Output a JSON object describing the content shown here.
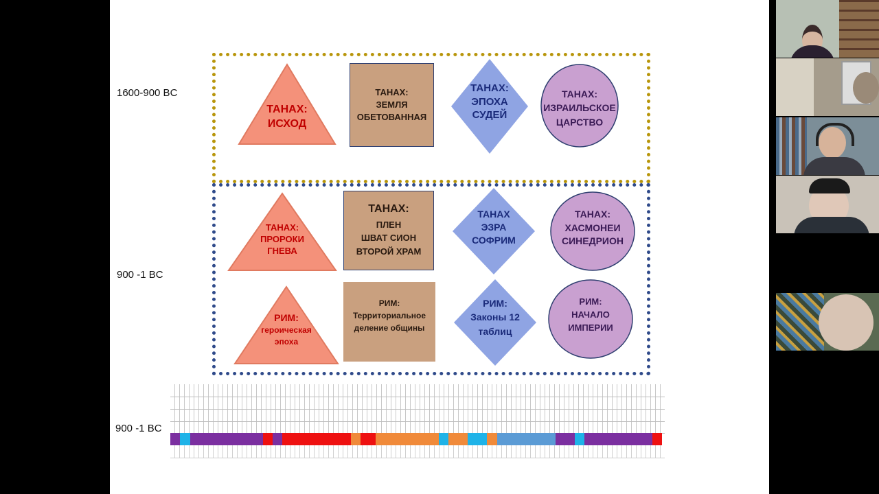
{
  "eras": {
    "top": "1600-900 BC",
    "middle": "900 -1 BC",
    "bottom": "900 -1 BC"
  },
  "top_row": {
    "triangle": "ТАНАХ:\nИСХОД",
    "rectangle": "ТАНАХ:\nЗЕМЛЯ\nОБЕТОВАННАЯ",
    "diamond": "ТАНАХ:\nЭПОХА\nСУДЕЙ",
    "circle": "ТАНАХ:\nИЗРАИЛЬСКОЕ\nЦАРСТВО"
  },
  "middle_row": {
    "triangle": "ТАНАХ:\nПРОРОКИ\nГНЕВА",
    "rectangle_title": "ТАНАХ:",
    "rectangle_body": "ПЛЕН\nШВАТ СИОН\nВТОРОЙ ХРАМ",
    "diamond": "ТАНАХ\nЭЗРА\nСОФРИМ",
    "circle": "ТАНАХ:\nХАСМОНЕИ\nСИНЕДРИОН"
  },
  "bottom_row": {
    "triangle_title": "РИМ:",
    "triangle_body": "героическая\nэпоха",
    "rectangle": "РИМ:\nТерриториальное\nделение общины",
    "diamond": "РИМ:\nЗаконы 12\nтаблиц",
    "circle": "РИМ:\nНАЧАЛО\nИМПЕРИИ"
  },
  "colors": {
    "triangle_fill": "#f4917a",
    "triangle_stroke": "#e07a60",
    "triangle_text": "#c00000",
    "rect_fill": "#c9a07f",
    "rect_stroke": "#2f3f70",
    "diamond_fill": "#8fa4e3",
    "diamond_text": "#1a2a7a",
    "circle_fill": "#c9a0d0",
    "circle_stroke": "#2f3f70",
    "circle_text": "#3a1a55",
    "top_box_border": "#b8960c",
    "bottom_box_border": "#2f4a8a"
  },
  "timeline": {
    "segments": [
      {
        "color": "#7b2fa0",
        "w": 14
      },
      {
        "color": "#1fb3e8",
        "w": 15
      },
      {
        "color": "#7b2fa0",
        "w": 106
      },
      {
        "color": "#ee1111",
        "w": 14
      },
      {
        "color": "#7b2fa0",
        "w": 14
      },
      {
        "color": "#ee1111",
        "w": 100
      },
      {
        "color": "#f08a3a",
        "w": 14
      },
      {
        "color": "#ee1111",
        "w": 22
      },
      {
        "color": "#f08a3a",
        "w": 92
      },
      {
        "color": "#1fb3e8",
        "w": 14
      },
      {
        "color": "#f08a3a",
        "w": 28
      },
      {
        "color": "#1fb3e8",
        "w": 28
      },
      {
        "color": "#f08a3a",
        "w": 15
      },
      {
        "color": "#5b9bd5",
        "w": 85
      },
      {
        "color": "#7b2fa0",
        "w": 28
      },
      {
        "color": "#1fb3e8",
        "w": 14
      },
      {
        "color": "#7b2fa0",
        "w": 99
      },
      {
        "color": "#ee1111",
        "w": 14
      }
    ]
  },
  "participants": [
    {
      "name": "participant-1",
      "bg": "#9aa79a"
    },
    {
      "name": "participant-2",
      "bg": "#8e8a7e"
    },
    {
      "name": "participant-3",
      "bg": "#7d8a92"
    },
    {
      "name": "participant-4",
      "bg": "#8b8580"
    },
    {
      "name": "participant-5",
      "bg": "#6f7a6a"
    }
  ]
}
